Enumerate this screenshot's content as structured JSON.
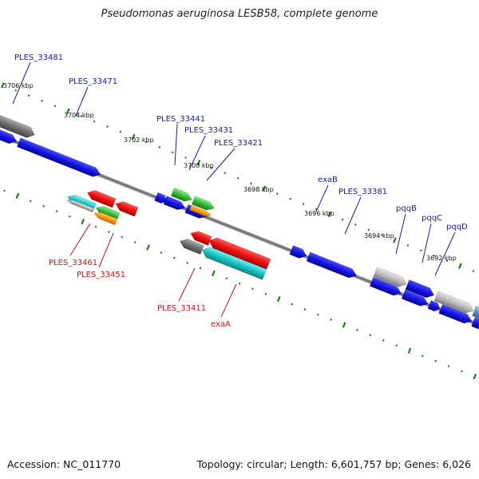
{
  "title": "Pseudomonas aeruginosa LESB58, complete genome",
  "footer": {
    "accession": "Accession: NC_011770",
    "stats": "Topology: circular; Length: 6,601,757 bp; Genes: 6,026"
  },
  "colors": {
    "forward_label": "#1a1aa6",
    "reverse_label": "#cc1111",
    "cds_blue": "#1515e0",
    "cds_red": "#ee1111",
    "cds_cyan": "#16c4c4",
    "cds_green": "#33bb33",
    "cds_orange": "#ff9900",
    "cds_gray": "#9a9a9a",
    "tick_green": "#1c7a1c",
    "backbone": "#777777"
  },
  "ticks": [
    "3706 kbp",
    "3704 kbp",
    "3702 kbp",
    "3700 kbp",
    "3698 kbp",
    "3696 kbp",
    "3694 kbp",
    "3692 kbp"
  ],
  "forward_labels": [
    "PLES_33481",
    "PLES_33471",
    "PLES_33441",
    "PLES_33431",
    "PLES_33421",
    "exaB",
    "PLES_33381",
    "pqqB",
    "pqqC",
    "pqqD"
  ],
  "reverse_labels": [
    "PLES_33461",
    "PLES_33451",
    "PLES_33411",
    "exaA"
  ]
}
